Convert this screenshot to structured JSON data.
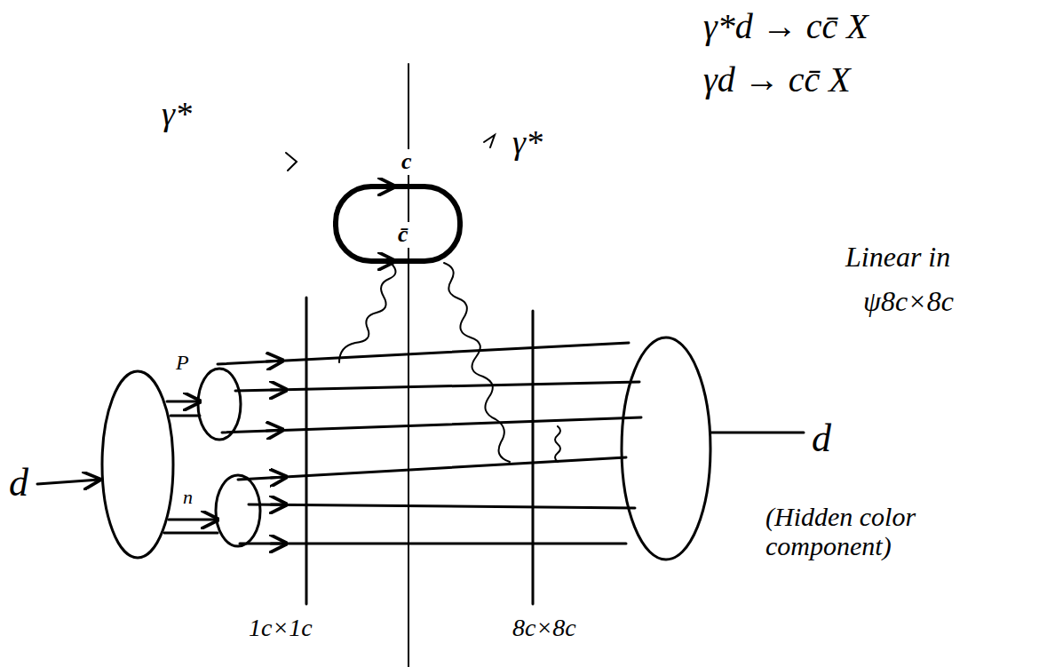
{
  "diagram": {
    "labels": [
      "γ*d → cc̄ X",
      "γd → cc̄ X",
      "γ*",
      "γ*",
      "c",
      "c̄",
      "P",
      "n",
      "d",
      "d",
      "(Hidden color component)",
      "Linear in",
      "ψ8c×8c",
      "1c×1c",
      "8c×8c"
    ]
  }
}
